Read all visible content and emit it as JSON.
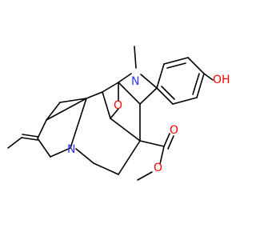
{
  "colors": {
    "bond": "#000000",
    "carbon": "#000000",
    "nitrogen": "#3333ff",
    "oxygen": "#ff0000"
  },
  "atoms": {
    "n_indole": "N",
    "n_amine": "N",
    "methyl": "CH3",
    "hydroxyl": "OH",
    "ether_o": "O",
    "carbonyl_o": "O",
    "ester_o": "O"
  }
}
